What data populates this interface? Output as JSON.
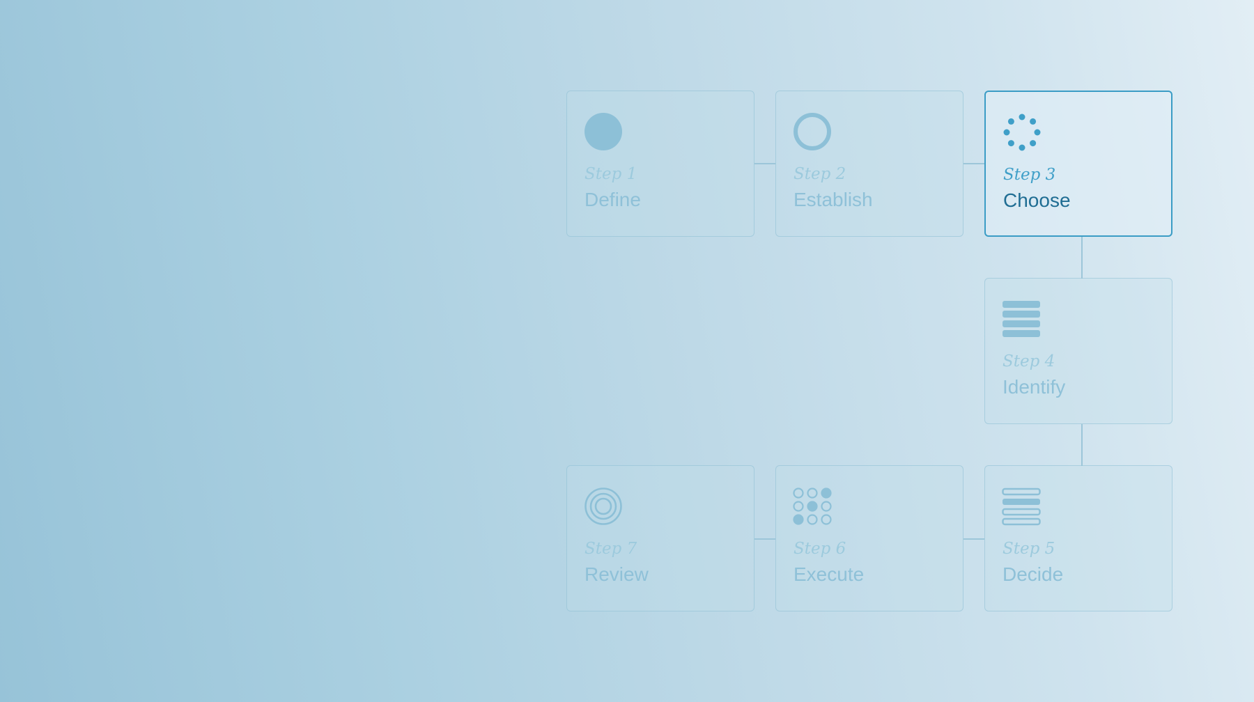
{
  "process": {
    "steps": [
      {
        "number": "Step 1",
        "title": "Define",
        "icon": "filled-circle-icon",
        "state": "inactive"
      },
      {
        "number": "Step 2",
        "title": "Establish",
        "icon": "ring-icon",
        "state": "inactive"
      },
      {
        "number": "Step 3",
        "title": "Choose",
        "icon": "dotted-circle-icon",
        "state": "active"
      },
      {
        "number": "Step 4",
        "title": "Identify",
        "icon": "stacked-bars-icon",
        "state": "inactive"
      },
      {
        "number": "Step 5",
        "title": "Decide",
        "icon": "highlighted-bar-list-icon",
        "state": "inactive"
      },
      {
        "number": "Step 6",
        "title": "Execute",
        "icon": "dot-grid-icon",
        "state": "inactive"
      },
      {
        "number": "Step 7",
        "title": "Review",
        "icon": "concentric-circles-icon",
        "state": "inactive"
      }
    ]
  },
  "colors": {
    "active_border": "#3a9cc5",
    "active_label": "#1f6d93",
    "inactive_label": "#8fc1d8",
    "icon_active": "#3f9fc8",
    "icon_inactive": "#8dc0d7",
    "connector": "#9cc6d9"
  }
}
